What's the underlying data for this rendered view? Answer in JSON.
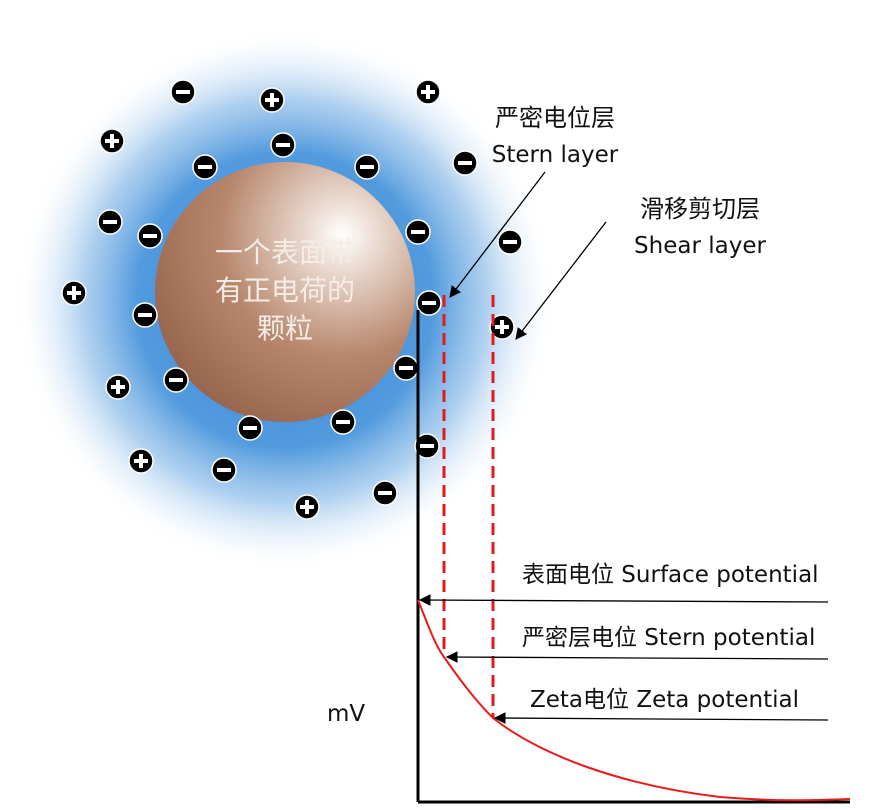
{
  "particle": {
    "lines": [
      "一个表面带",
      "有正电荷的",
      "颗粒"
    ]
  },
  "labels": {
    "stern_layer_cn": "严密电位层",
    "stern_layer_en": "Stern layer",
    "shear_layer_cn": "滑移剪切层",
    "shear_layer_en": "Shear layer",
    "surface_potential": "表面电位  Surface potential",
    "stern_potential": "严密层电位  Stern potential",
    "zeta_potential": "Zeta电位  Zeta potential",
    "unit": "mV"
  },
  "colors": {
    "particle": "#a46f55",
    "halo": "#3f8fd8",
    "curve": "#e81b1b",
    "dashed": "#e01b1b",
    "axis": "#000000"
  },
  "ions": {
    "negative_symbol": "−",
    "positive_symbol": "+"
  }
}
